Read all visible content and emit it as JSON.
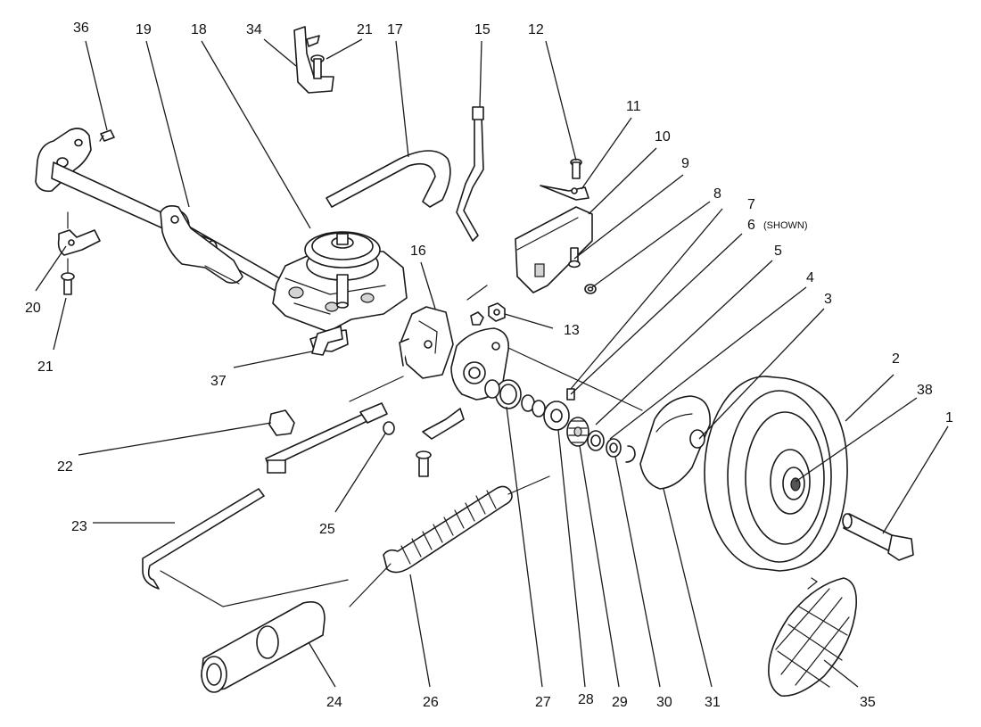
{
  "callouts": {
    "c1": "1",
    "c2": "2",
    "c3": "3",
    "c4": "4",
    "c5": "5",
    "c6": "6",
    "c6_note": "(SHOWN)",
    "c7": "7",
    "c8": "8",
    "c9": "9",
    "c10": "10",
    "c11": "11",
    "c12": "12",
    "c13": "13",
    "c15": "15",
    "c16": "16",
    "c17": "17",
    "c18": "18",
    "c19": "19",
    "c20": "20",
    "c21_top": "21",
    "c21_left": "21",
    "c22": "22",
    "c23": "23",
    "c24": "24",
    "c25": "25",
    "c26": "26",
    "c27": "27",
    "c28": "28",
    "c29": "29",
    "c30": "30",
    "c31": "31",
    "c34": "34",
    "c35": "35",
    "c36": "36",
    "c37": "37",
    "c38": "38"
  }
}
